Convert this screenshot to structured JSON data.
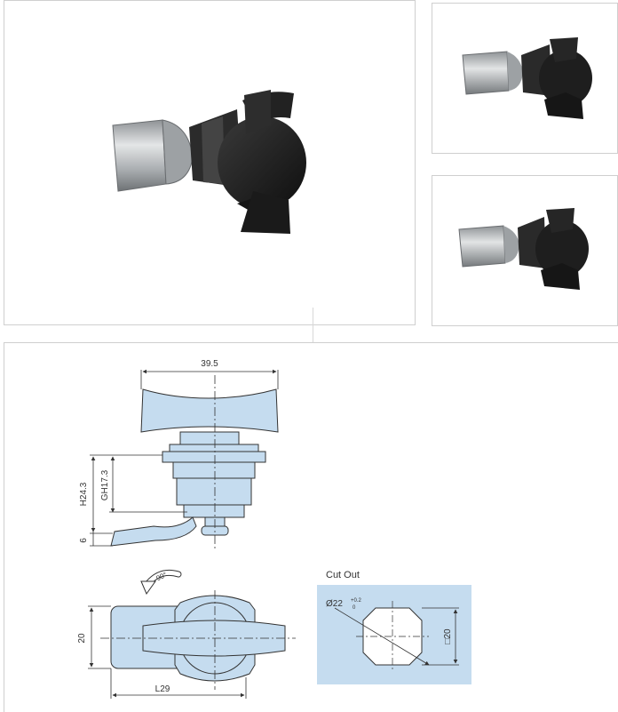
{
  "gallery": {
    "main_alt": "quarter turn cam lock photo",
    "thumbnails": [
      "thumbnail-1",
      "thumbnail-2"
    ]
  },
  "drawing": {
    "dim_width": "39.5",
    "dim_height": "H24.3",
    "dim_grip": "GH17.3",
    "dim_cam": "6",
    "rotation": "90°",
    "dim_body": "20",
    "dim_length": "L29",
    "cutout_title": "Cut Out",
    "cutout_diameter": "Ø22",
    "cutout_tol_upper": "+0.2",
    "cutout_tol_lower": "0",
    "cutout_square": "□20"
  },
  "colors": {
    "lock_body": "#c5dcef",
    "cutout_bg": "#c5dcef",
    "knob_black": "#1c1c1c",
    "steel": "#b9bcbe"
  }
}
